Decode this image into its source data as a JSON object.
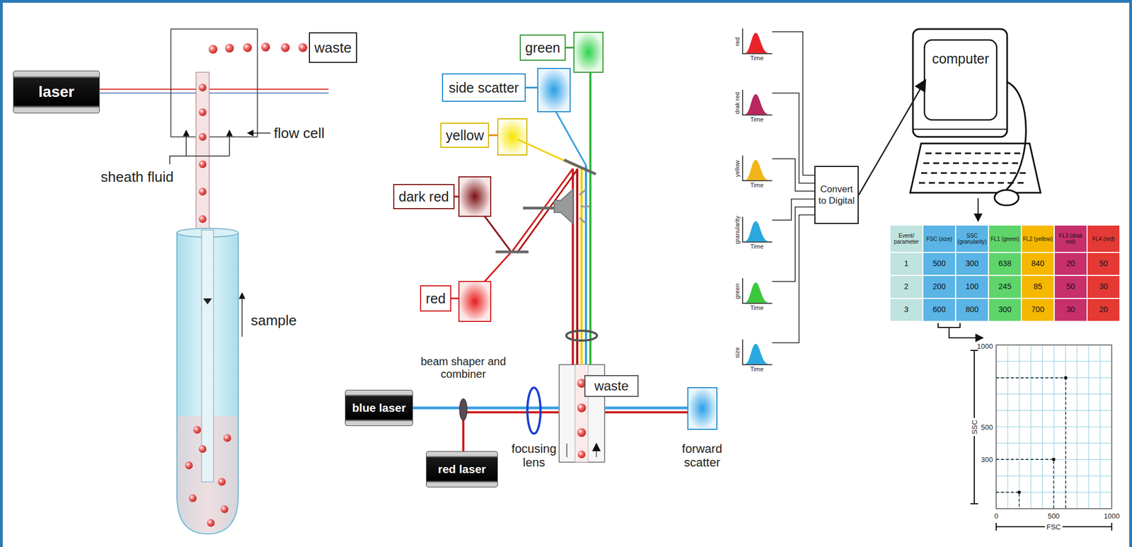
{
  "diagram": {
    "nodes": [
      {
        "text": [
          "laser"
        ]
      },
      {
        "text": [
          "waste"
        ]
      },
      {
        "text": [
          "green"
        ]
      },
      {
        "text": [
          "side scatter"
        ]
      },
      {
        "text": [
          "yellow"
        ]
      },
      {
        "text": [
          "dark red"
        ]
      },
      {
        "text": [
          "red"
        ]
      },
      {
        "text": [
          "waste"
        ]
      },
      {
        "text": [
          "blue laser"
        ]
      },
      {
        "text": [
          "red laser"
        ]
      },
      {
        "text": [
          "red",
          "Time"
        ]
      },
      {
        "text": [
          "drak red",
          "Time"
        ]
      },
      {
        "text": [
          "yellow",
          "Time"
        ]
      },
      {
        "text": [
          "granularity",
          "Time"
        ]
      },
      {
        "text": [
          "green",
          "Time"
        ]
      },
      {
        "text": [
          "size",
          "Time"
        ]
      },
      {
        "text": [
          "Convert to Digital"
        ]
      },
      {
        "text": [
          "computer"
        ]
      }
    ],
    "edges": [
      {
        "from": 10,
        "to": 16,
        "arrow": "none"
      },
      {
        "from": 11,
        "to": 16,
        "arrow": "none"
      },
      {
        "from": 12,
        "to": 16,
        "arrow": "none"
      },
      {
        "from": 13,
        "to": 16,
        "arrow": "none"
      },
      {
        "from": 14,
        "to": 16,
        "arrow": "none"
      },
      {
        "from": 15,
        "to": 16,
        "arrow": "none"
      },
      {
        "from": 16,
        "to": 17,
        "arrow": "to"
      }
    ],
    "labels": [
      "flow cell",
      "sheath fluid",
      "sample",
      "beam shaper and combiner",
      "focusing lens",
      "forward scatter",
      "Event/ parameter",
      "FSC (size)",
      "SSC (granularity)",
      "FL1 (green)",
      "FL2 (yellow)",
      "FL3 (drak red)",
      "FL4 (red)",
      "1",
      "500",
      "300",
      "638",
      "840",
      "20",
      "50",
      "2",
      "200",
      "100",
      "245",
      "85",
      "50",
      "30",
      "3",
      "600",
      "800",
      "300",
      "700",
      "30",
      "20",
      "1000",
      "500",
      "300",
      "0",
      "500",
      "1000",
      "SSC",
      "FSC"
    ]
  }
}
